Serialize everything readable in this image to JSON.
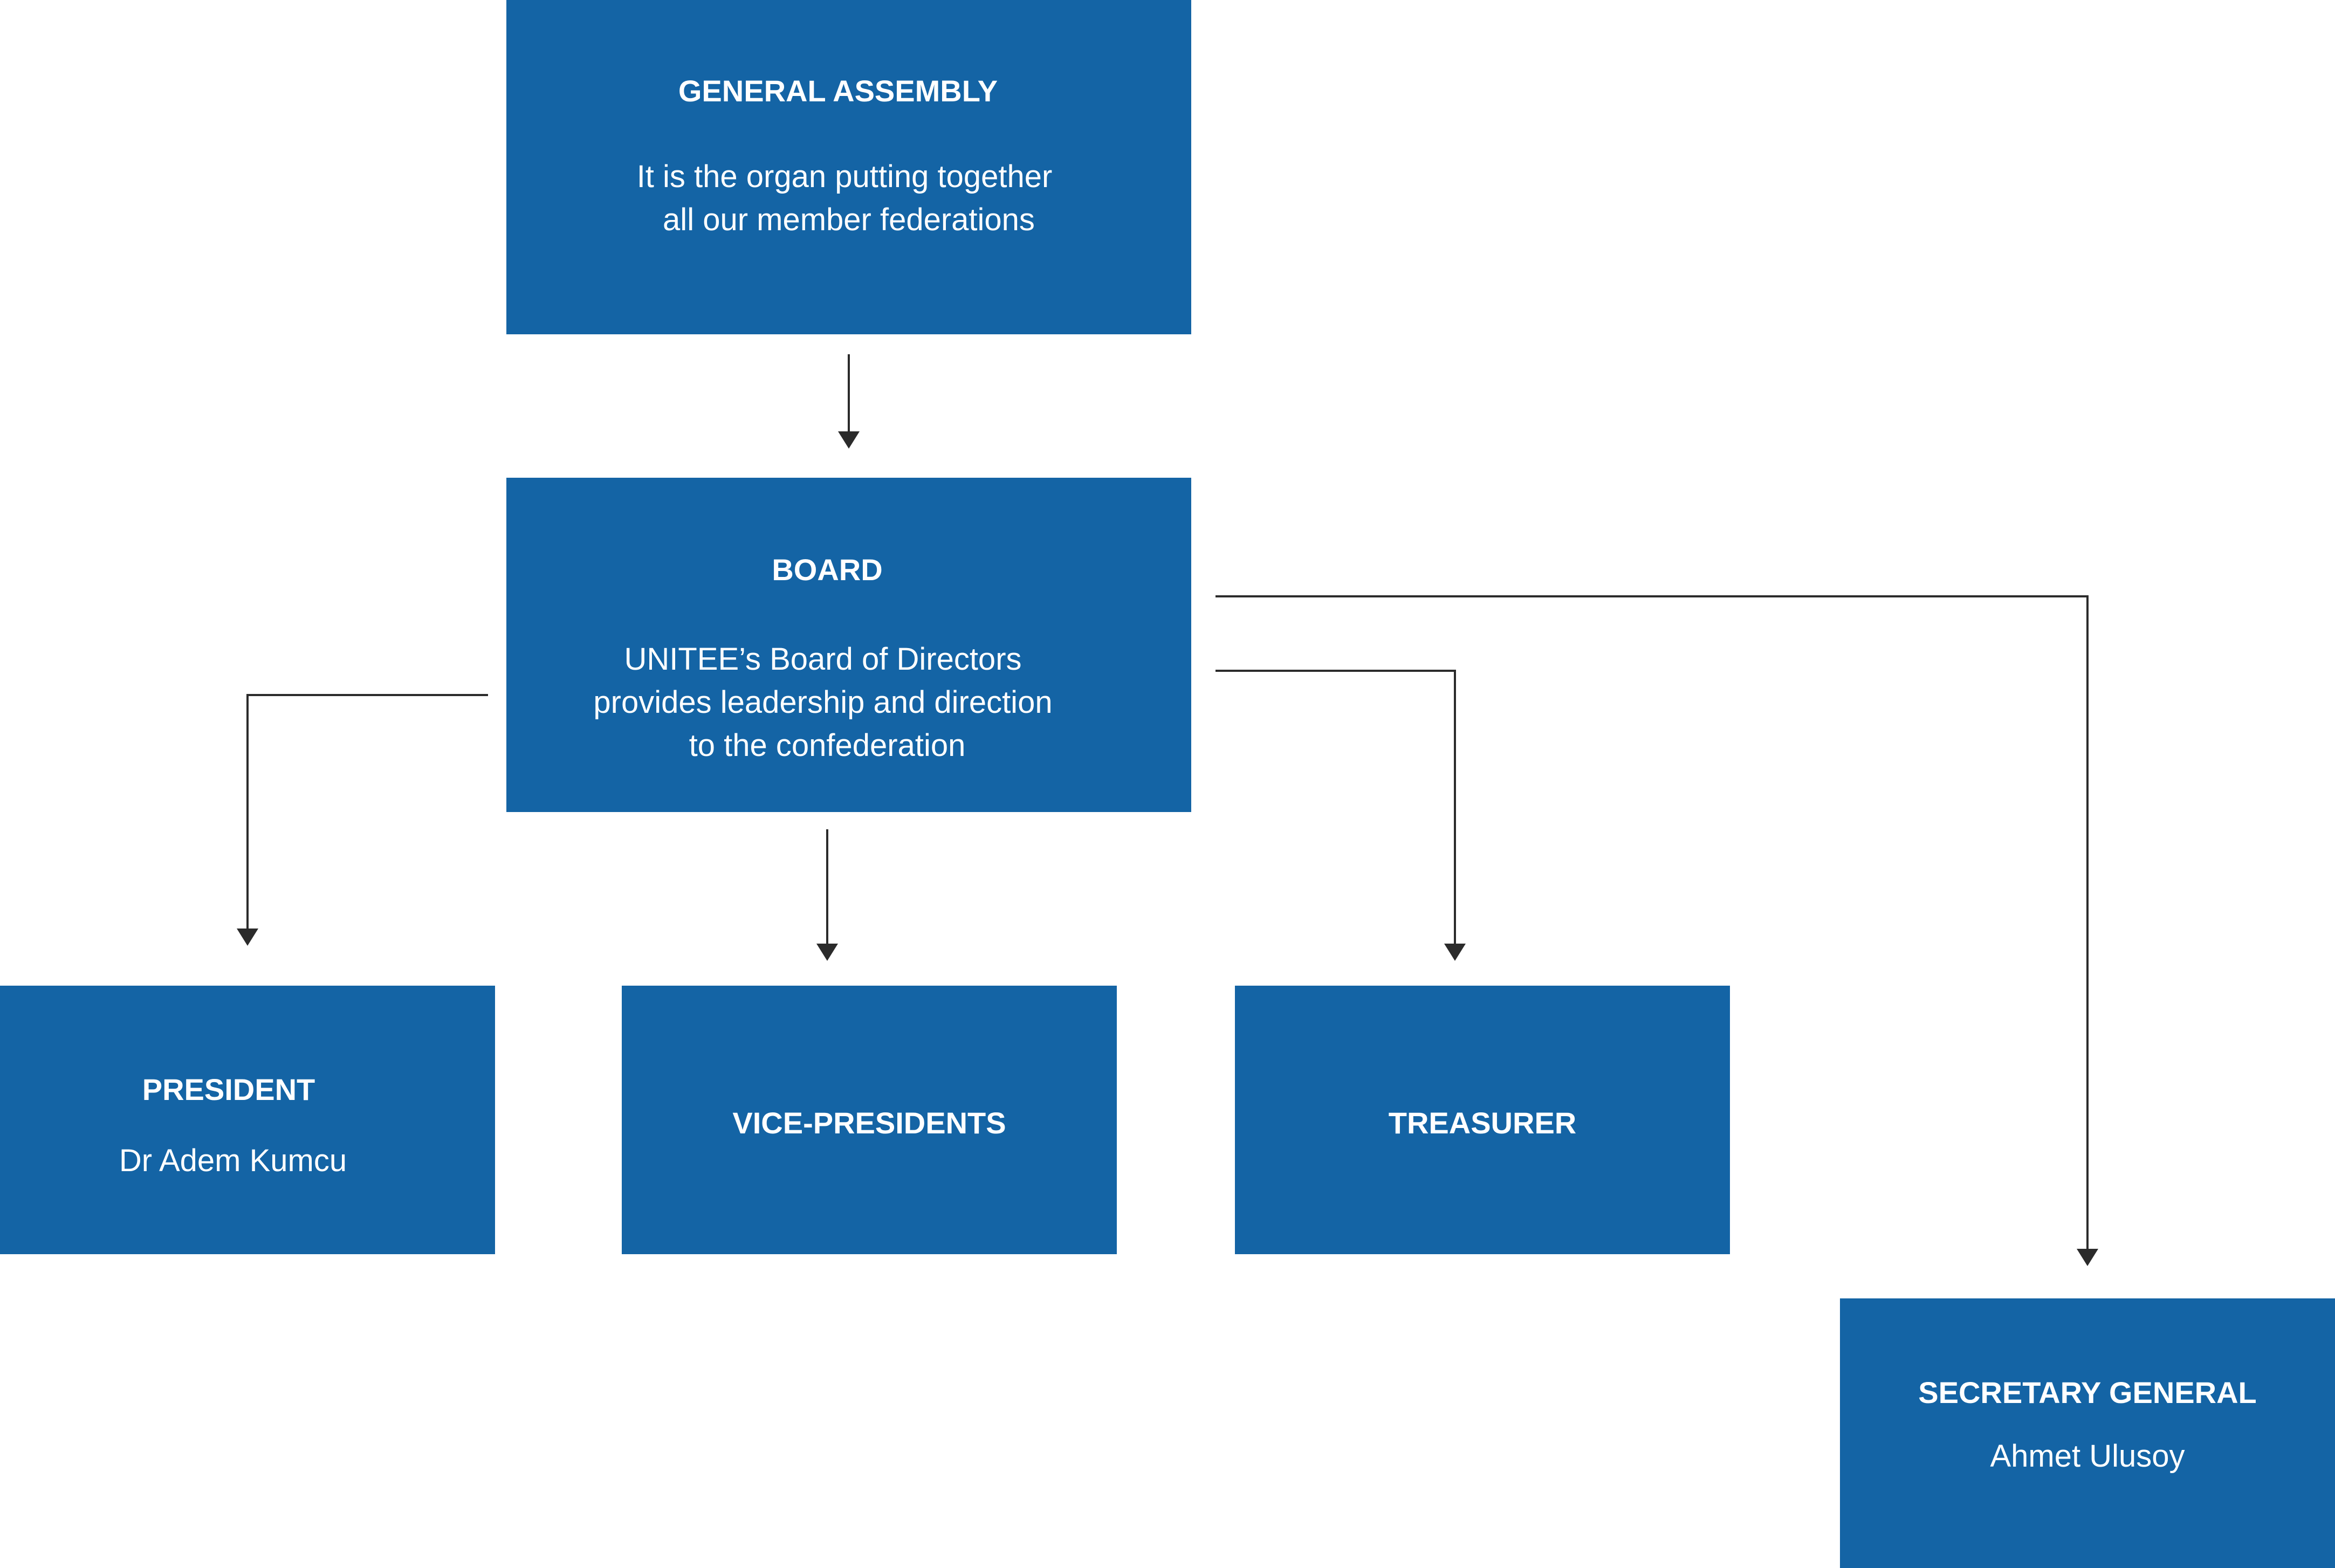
{
  "colors": {
    "box": "#1464a5",
    "line": "#2b2b2b",
    "text": "#ffffff"
  },
  "nodes": {
    "general_assembly": {
      "title": "GENERAL ASSEMBLY",
      "lines": [
        "It is the organ putting together",
        "all our member federations"
      ]
    },
    "board": {
      "title": "BOARD",
      "lines": [
        "UNITEE’s Board of Directors",
        "provides leadership  and direction",
        "to the confederation"
      ]
    },
    "president": {
      "title": "PRESIDENT",
      "lines": [
        "Dr Adem Kumcu"
      ]
    },
    "vice_presidents": {
      "title": "VICE-PRESIDENTS",
      "lines": []
    },
    "treasurer": {
      "title": "TREASURER",
      "lines": []
    },
    "secretary_general": {
      "title": "SECRETARY GENERAL",
      "lines": [
        "Ahmet Ulusoy"
      ]
    }
  },
  "edges": [
    {
      "from": "general_assembly",
      "to": "board"
    },
    {
      "from": "board",
      "to": "president"
    },
    {
      "from": "board",
      "to": "vice_presidents"
    },
    {
      "from": "board",
      "to": "treasurer"
    },
    {
      "from": "board",
      "to": "secretary_general"
    }
  ]
}
